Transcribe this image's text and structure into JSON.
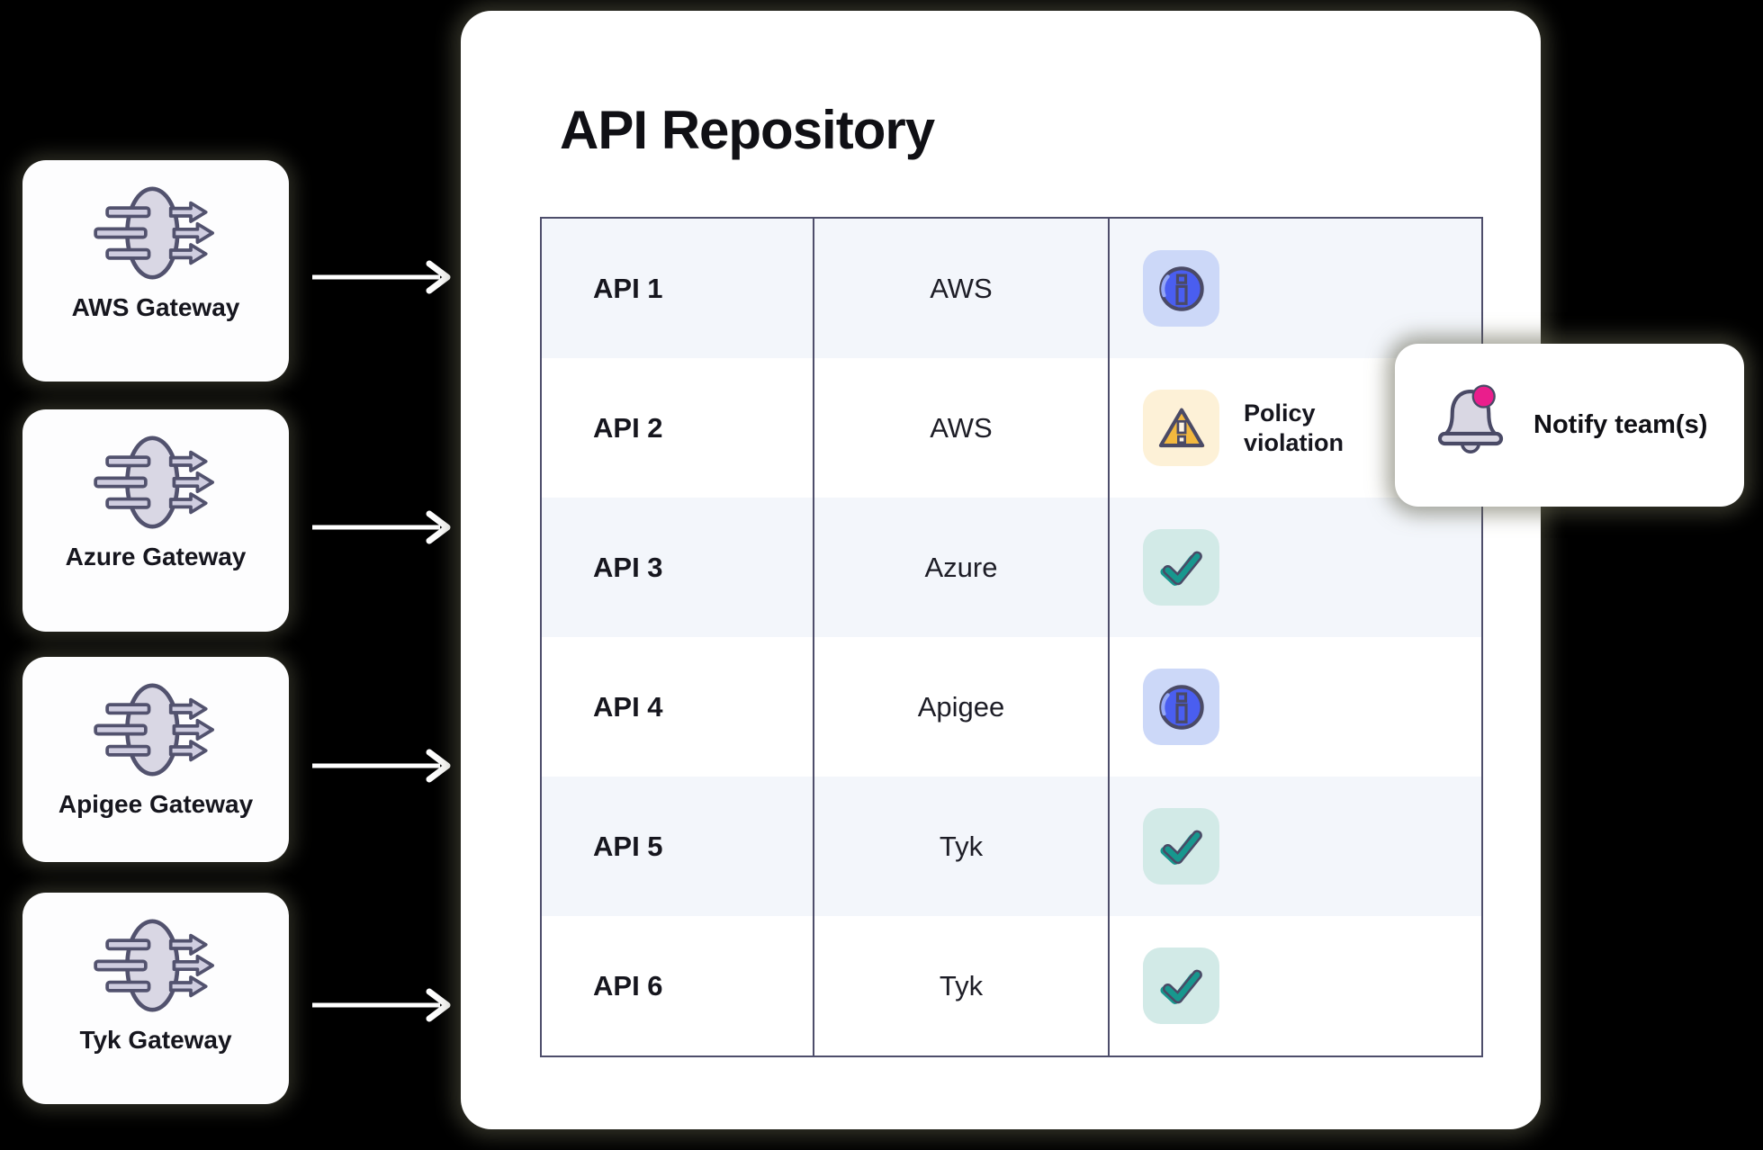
{
  "page": {
    "background": "#000000"
  },
  "gateway_panel": {
    "cards": [
      {
        "label": "AWS Gateway",
        "icon": "gateway-icon"
      },
      {
        "label": "Azure Gateway",
        "icon": "gateway-icon"
      },
      {
        "label": "Apigee Gateway",
        "icon": "gateway-icon"
      },
      {
        "label": "Tyk Gateway",
        "icon": "gateway-icon"
      }
    ]
  },
  "connectors": {
    "icon": "arrow-right-icon",
    "count": 4
  },
  "repository": {
    "title": "API Repository",
    "table": {
      "rows": [
        {
          "api": "API 1",
          "gateway": "AWS",
          "status": "info",
          "status_icon": "info-icon",
          "note": ""
        },
        {
          "api": "API 2",
          "gateway": "AWS",
          "status": "warning",
          "status_icon": "warning-icon",
          "note": "Policy violation"
        },
        {
          "api": "API 3",
          "gateway": "Azure",
          "status": "ok",
          "status_icon": "check-icon",
          "note": ""
        },
        {
          "api": "API 4",
          "gateway": "Apigee",
          "status": "info",
          "status_icon": "info-icon",
          "note": ""
        },
        {
          "api": "API 5",
          "gateway": "Tyk",
          "status": "ok",
          "status_icon": "check-icon",
          "note": ""
        },
        {
          "api": "API 6",
          "gateway": "Tyk",
          "status": "ok",
          "status_icon": "check-icon",
          "note": ""
        }
      ]
    }
  },
  "notify": {
    "label": "Notify team(s)",
    "icon": "bell-notification-icon"
  },
  "colors": {
    "background": "#000000",
    "card_bg": "#fdfdfe",
    "panel_bg": "#ffffff",
    "text": "#16161e",
    "row_stripe": "#f3f6fb",
    "table_border": "#4e4e6b",
    "outline_dark": "#4a4a66",
    "info_chip_bg": "#ccd8f8",
    "info_blue": "#4a5ef0",
    "info_highlight": "#93a6f6",
    "warning_chip_bg": "#fdf1d7",
    "warning_amber": "#f2b83f",
    "warning_amber_shadow": "#e9a930",
    "warning_cream": "#fdf4e3",
    "ok_chip_bg": "#d2eae7",
    "ok_teal": "#17978e",
    "gateway_fill": "#d9d7e4",
    "gateway_bar_fill": "#cfcde0",
    "gateway_stroke": "#52526e",
    "bell_fill": "#d9d7e3",
    "notify_dot_pink": "#ea1e8c",
    "arrow_white": "#ffffff"
  }
}
